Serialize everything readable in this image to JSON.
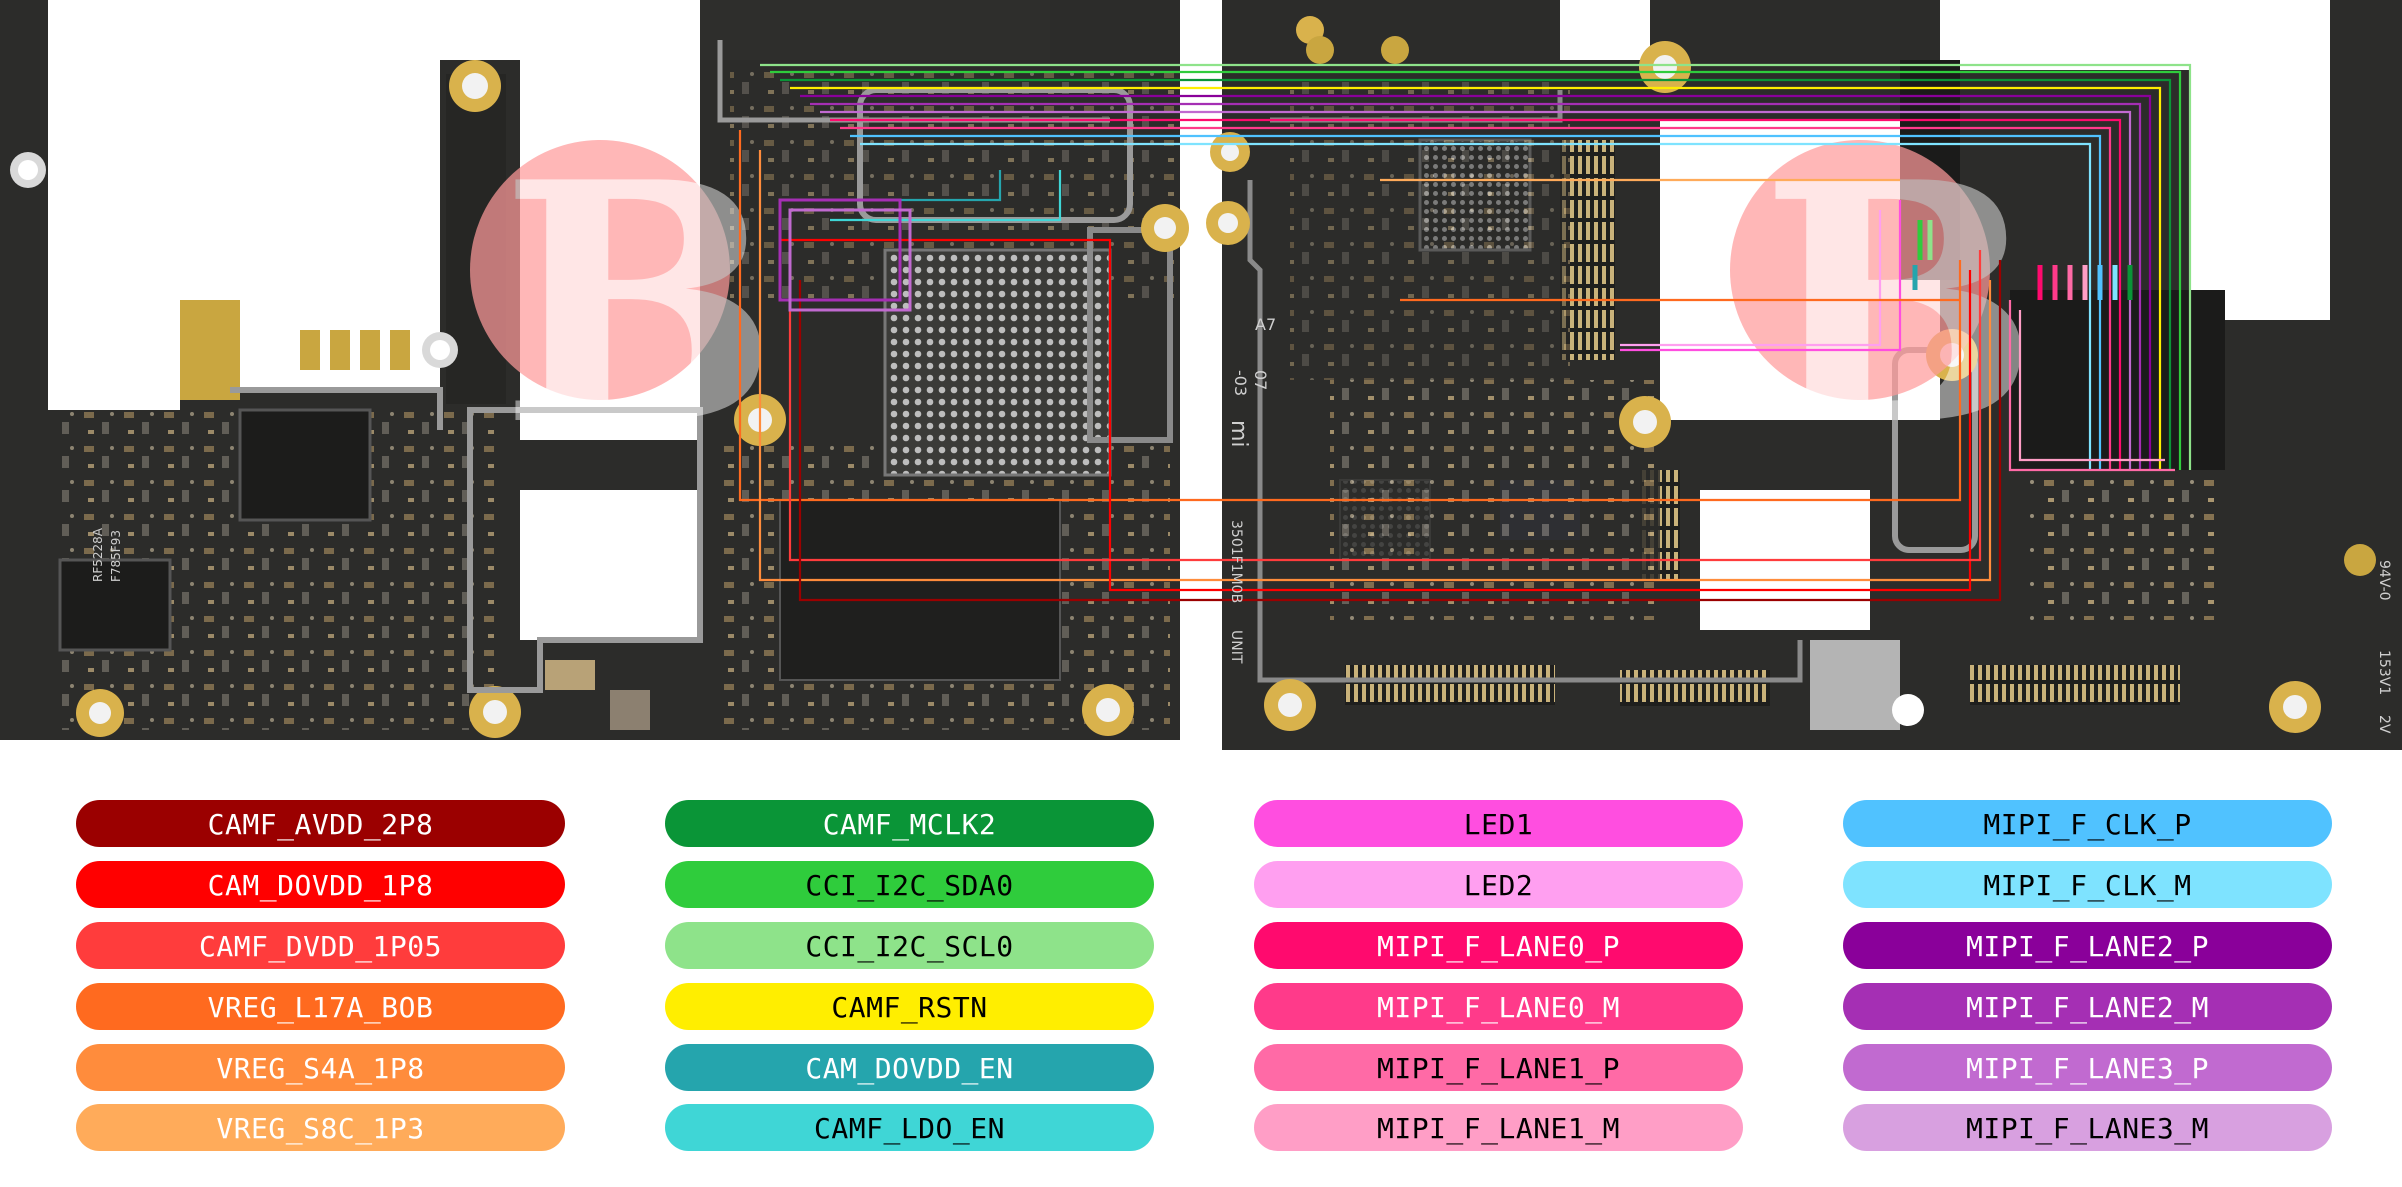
{
  "legend": [
    {
      "label": "CAMF_AVDD_2P8",
      "color": "#9b0000",
      "text": "#ffffff"
    },
    {
      "label": "CAM_DOVDD_1P8",
      "color": "#ff0000",
      "text": "#ffffff"
    },
    {
      "label": "CAMF_DVDD_1P05",
      "color": "#ff3c3c",
      "text": "#ffffff"
    },
    {
      "label": "VREG_L17A_BOB",
      "color": "#ff6a1f",
      "text": "#ffffff"
    },
    {
      "label": "VREG_S4A_1P8",
      "color": "#ff8c3c",
      "text": "#ffffff"
    },
    {
      "label": "VREG_S8C_1P3",
      "color": "#ffab5a",
      "text": "#ffffff"
    },
    {
      "label": "CAMF_MCLK2",
      "color": "#0a9537",
      "text": "#ffffff"
    },
    {
      "label": "CCI_I2C_SDA0",
      "color": "#2fcc3c",
      "text": "#000000"
    },
    {
      "label": "CCI_I2C_SCL0",
      "color": "#8ee38a",
      "text": "#000000"
    },
    {
      "label": "CAMF_RSTN",
      "color": "#ffee00",
      "text": "#000000"
    },
    {
      "label": "CAM_DOVDD_EN",
      "color": "#25a5ad",
      "text": "#ffffff"
    },
    {
      "label": "CAMF_LDO_EN",
      "color": "#3fd6d6",
      "text": "#000000"
    },
    {
      "label": "LED1",
      "color": "#ff4ee0",
      "text": "#000000"
    },
    {
      "label": "LED2",
      "color": "#ff9ff0",
      "text": "#000000"
    },
    {
      "label": "MIPI_F_LANE0_P",
      "color": "#ff0a6e",
      "text": "#ffffff"
    },
    {
      "label": "MIPI_F_LANE0_M",
      "color": "#ff3a8a",
      "text": "#ffffff"
    },
    {
      "label": "MIPI_F_LANE1_P",
      "color": "#ff6aa6",
      "text": "#000000"
    },
    {
      "label": "MIPI_F_LANE1_M",
      "color": "#ff9ec6",
      "text": "#000000"
    },
    {
      "label": "MIPI_F_CLK_P",
      "color": "#50c2ff",
      "text": "#000000"
    },
    {
      "label": "MIPI_F_CLK_M",
      "color": "#7ee3ff",
      "text": "#000000"
    },
    {
      "label": "MIPI_F_LANE2_P",
      "color": "#8a009a",
      "text": "#ffffff"
    },
    {
      "label": "MIPI_F_LANE2_M",
      "color": "#a52fb4",
      "text": "#ffffff"
    },
    {
      "label": "MIPI_F_LANE3_P",
      "color": "#c16ad0",
      "text": "#ffffff"
    },
    {
      "label": "MIPI_F_LANE3_M",
      "color": "#d8a0e0",
      "text": "#000000"
    }
  ],
  "board_markings": {
    "left": [
      "RF5228A",
      "F785F93"
    ],
    "right": [
      "A7",
      "07",
      "-03",
      "mi",
      "3501F1M0B",
      "UNIT",
      "94V-0",
      "153V1",
      "2V"
    ]
  },
  "colors": {
    "pcb": "#2c2c2a",
    "copper": "#d8b24a",
    "gold": "#c9a640",
    "watermark": "#ff8c8c"
  }
}
